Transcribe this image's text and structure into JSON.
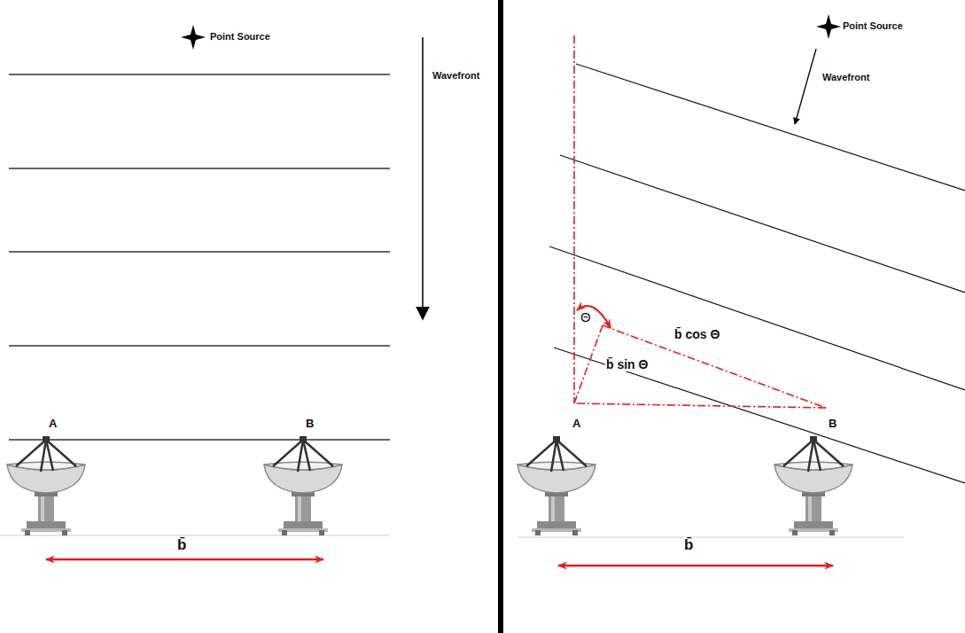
{
  "diagram": {
    "labels": [
      "Point Source",
      "Wavefront",
      "A",
      "B",
      "b̄",
      "Point Source",
      "Wavefront",
      "Θ",
      "b̄ cos Θ",
      "b̄ sin Θ",
      "A",
      "B",
      "b̄"
    ]
  }
}
